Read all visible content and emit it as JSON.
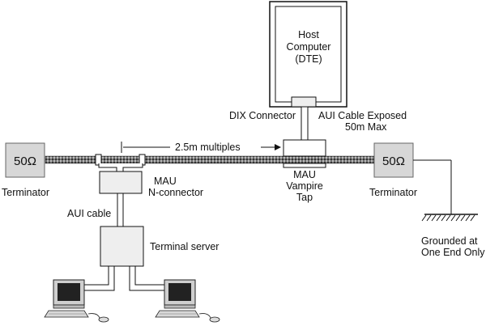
{
  "host": {
    "line1": "Host",
    "line2": "Computer",
    "line3": "(DTE)"
  },
  "labels": {
    "dix_connector": "DIX Connector",
    "aui_exposed_1": "AUI Cable Exposed",
    "aui_exposed_2": "50m Max",
    "multiples": "2.5m multiples",
    "mau_vampire_1": "MAU",
    "mau_vampire_2": "Vampire",
    "mau_vampire_3": "Tap",
    "mau_n_1": "MAU",
    "mau_n_2": "N-connector",
    "aui_cable": "AUI cable",
    "terminal_server": "Terminal server",
    "terminator_left": "Terminator",
    "terminator_right": "Terminator",
    "grounded_1": "Grounded at",
    "grounded_2": "One End Only"
  },
  "terminators": {
    "left_value": "50Ω",
    "right_value": "50Ω"
  },
  "colors": {
    "cable": "#555555",
    "terminator_fill": "#d7d7d7",
    "box_fill": "#eeeeee"
  }
}
